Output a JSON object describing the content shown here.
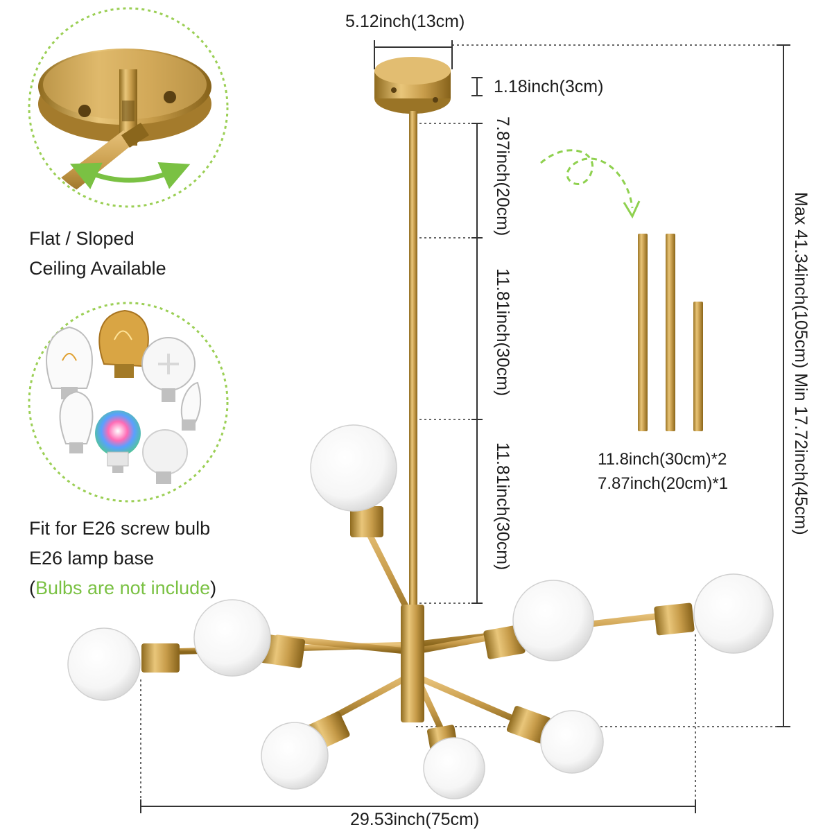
{
  "features": {
    "ceiling_line1": "Flat / Sloped",
    "ceiling_line2": "Ceiling Available",
    "bulb_line1": "Fit for E26 screw bulb",
    "bulb_line2": "E26 lamp base",
    "bulb_note_open": "(",
    "bulb_note": "Bulbs are not include",
    "bulb_note_close": ")"
  },
  "dimensions": {
    "canopy_width": "5.12inch(13cm)",
    "canopy_height": "1.18inch(3cm)",
    "rod_segment_1": "7.87inch(20cm)",
    "rod_segment_2": "11.81inch(30cm)",
    "rod_segment_3": "11.81inch(30cm)",
    "total_height": "Max 41.34inch(105cm)  Min 17.72inch(45cm)",
    "total_width": "29.53inch(75cm)"
  },
  "rods": {
    "line1": "11.8inch(30cm)*2",
    "line2": "7.87inch(20cm)*1"
  },
  "colors": {
    "gold": "#c9a04a",
    "accent_green": "#7ac143",
    "guide_line": "#333333"
  }
}
